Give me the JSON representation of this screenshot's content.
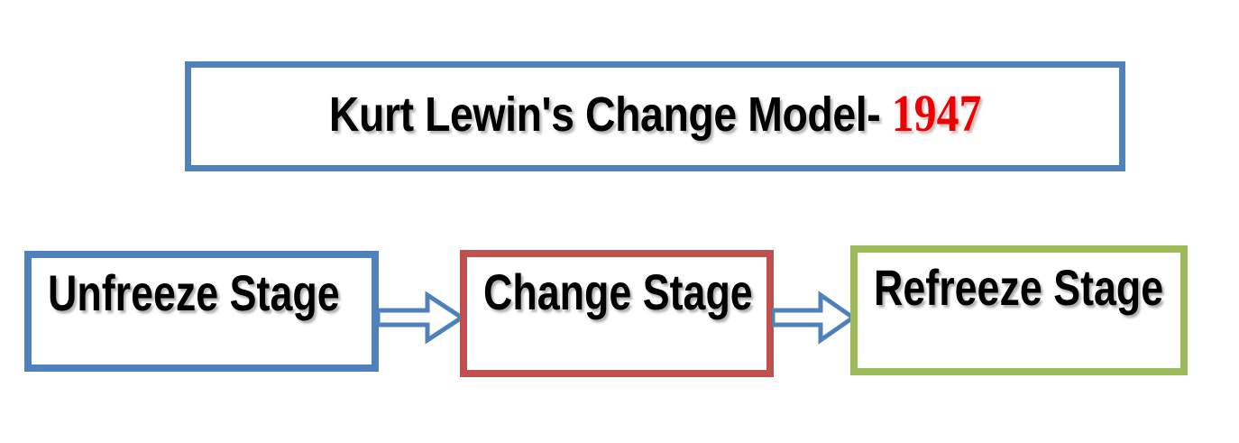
{
  "diagram": {
    "title_prefix": "Kurt Lewin's Change Model- ",
    "title_year": "1947",
    "title_full": "Kurt Lewin's Change Model- 1947",
    "colors": {
      "blue": "#4f81bd",
      "red": "#c0504d",
      "green": "#9bbb59",
      "year_red": "#ee0000",
      "text_black": "#000000",
      "background": "#ffffff"
    },
    "stages": [
      {
        "label": "Unfreeze Stage",
        "border_color": "#4f81bd"
      },
      {
        "label": "Change Stage",
        "border_color": "#c0504d"
      },
      {
        "label": "Refreeze Stage",
        "border_color": "#9bbb59"
      }
    ],
    "connectors": [
      {
        "name": "arrow-unfreeze-to-change",
        "direction": "right",
        "color": "#4f81bd"
      },
      {
        "name": "arrow-change-to-refreeze",
        "direction": "right",
        "color": "#4f81bd"
      }
    ]
  }
}
